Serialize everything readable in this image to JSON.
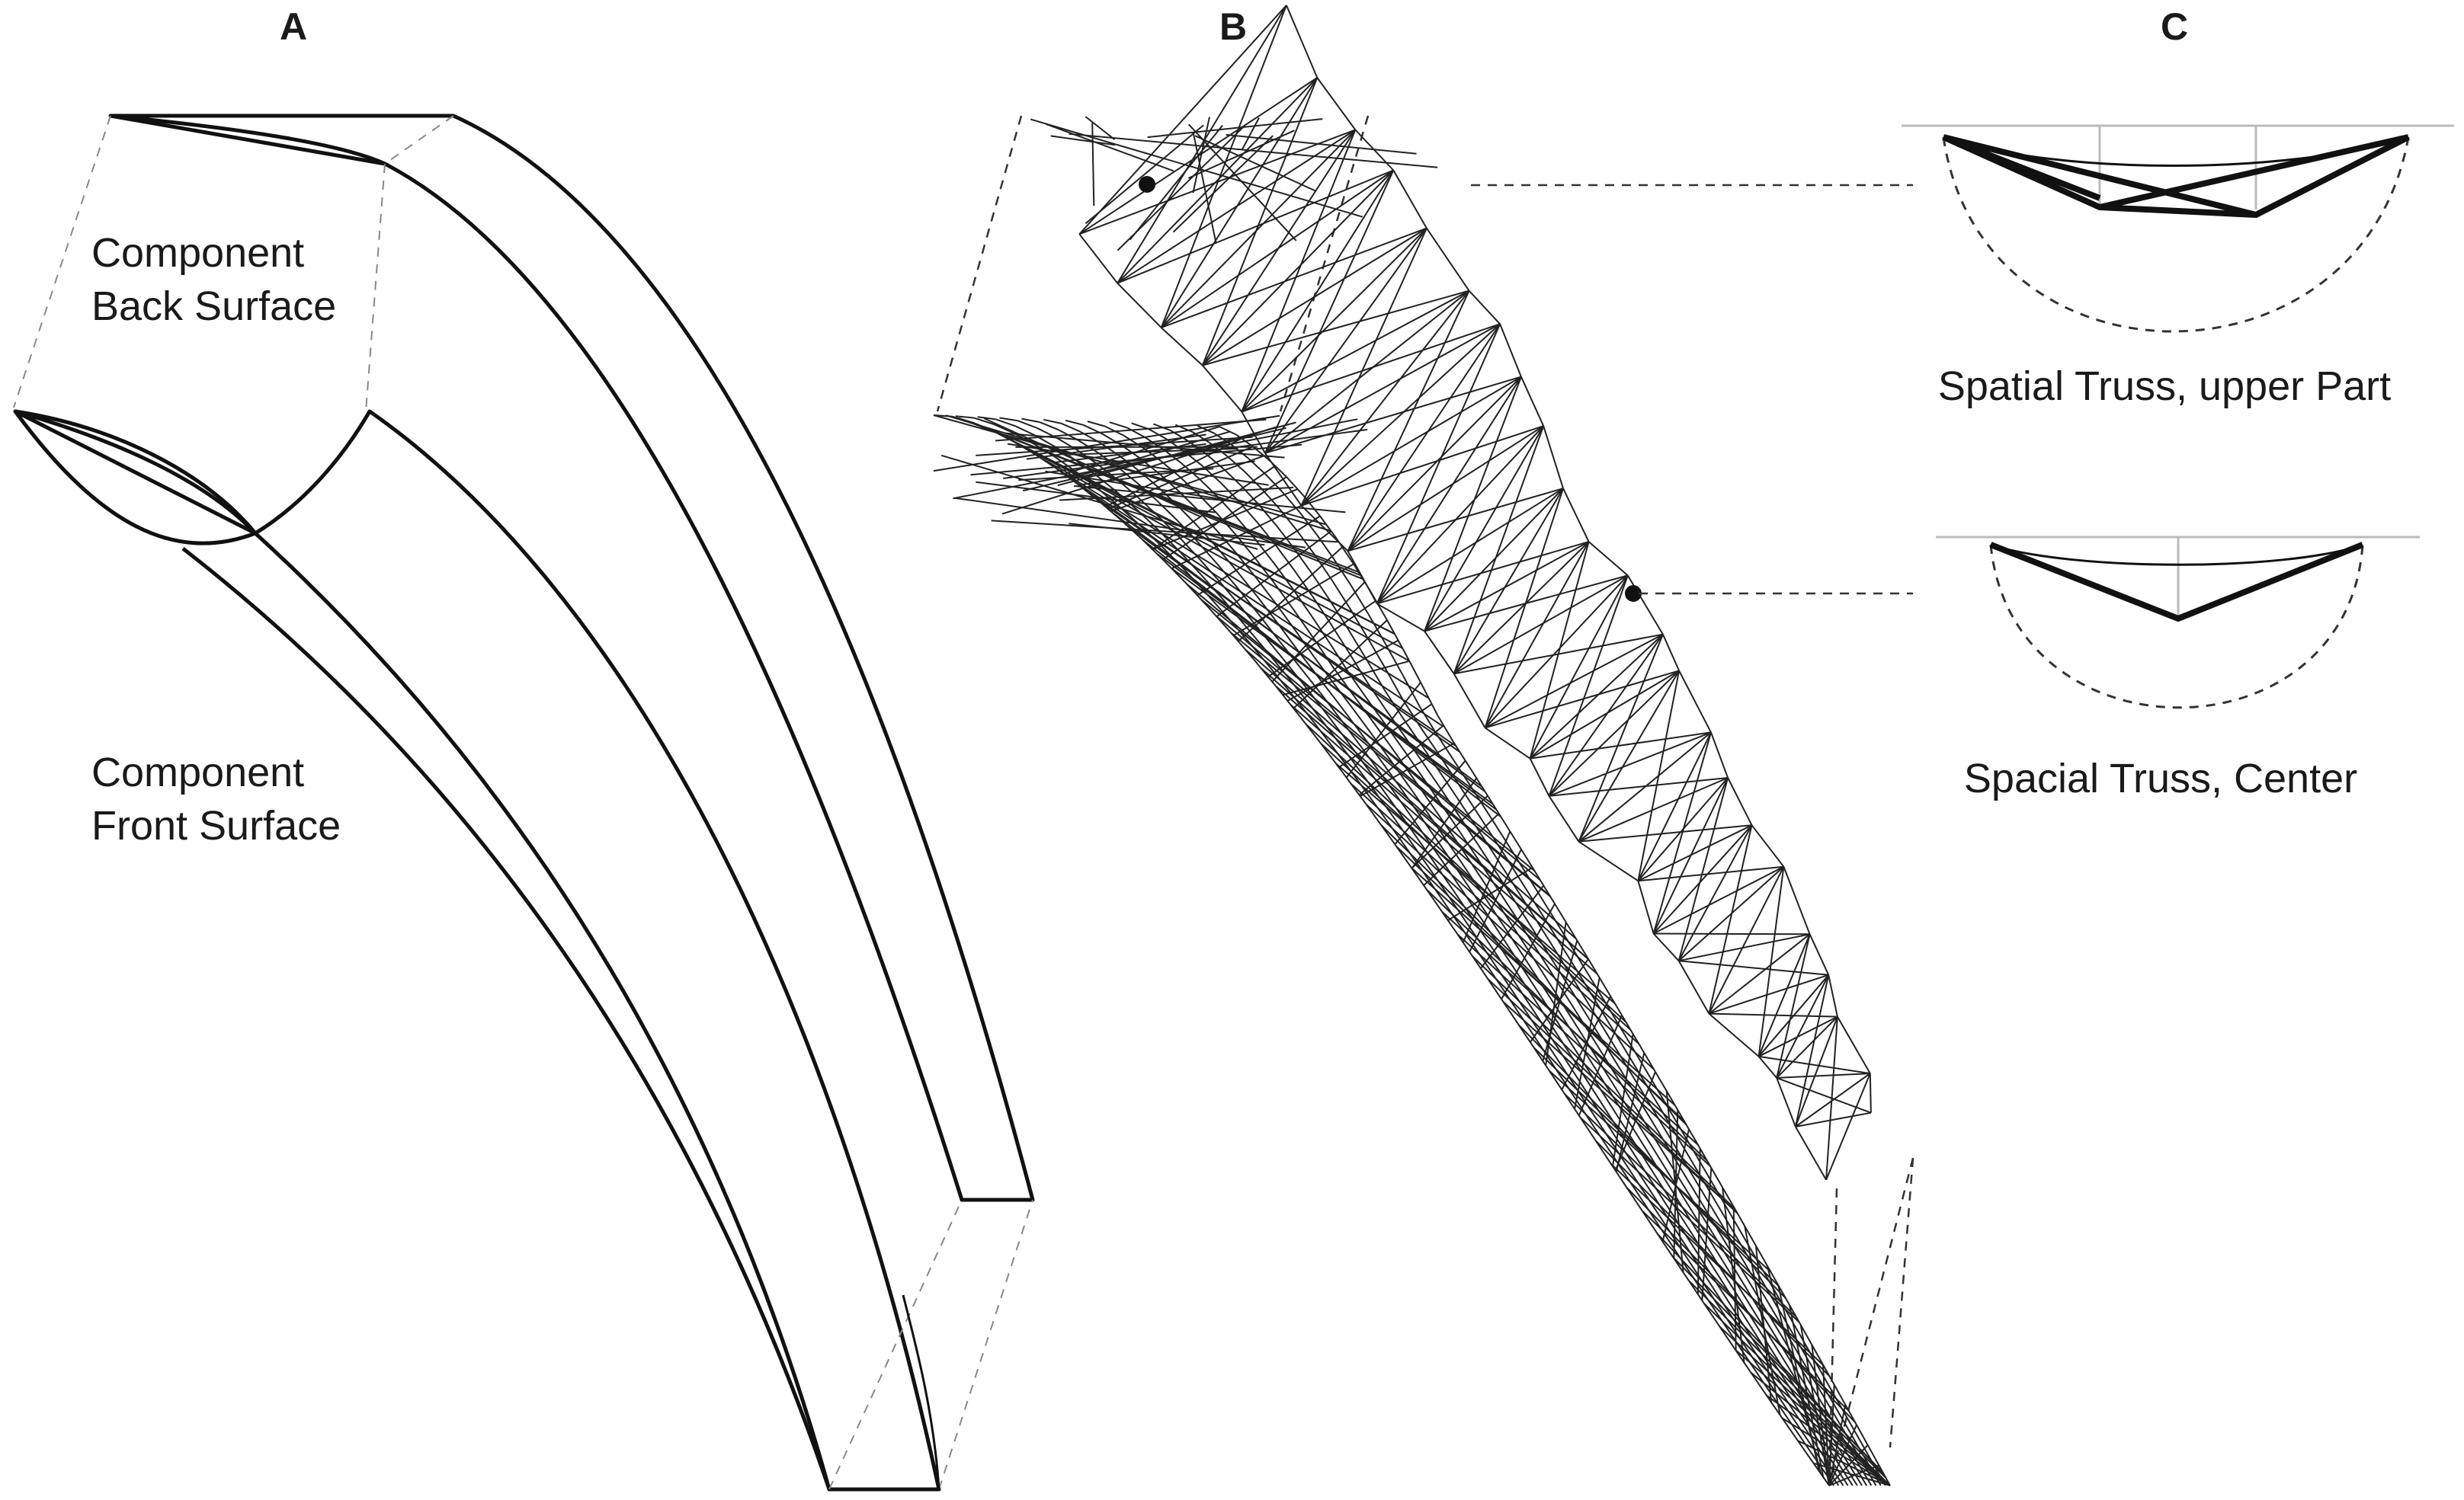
{
  "panels": {
    "a": {
      "letter": "A",
      "back_label_1": "Component",
      "back_label_2": "Back Surface",
      "front_label_1": "Component",
      "front_label_2": "Front Surface"
    },
    "b": {
      "letter": "B"
    },
    "c": {
      "letter": "C",
      "upper_label": "Spatial Truss, upper Part",
      "center_label": "Spacial Truss, Center"
    }
  }
}
